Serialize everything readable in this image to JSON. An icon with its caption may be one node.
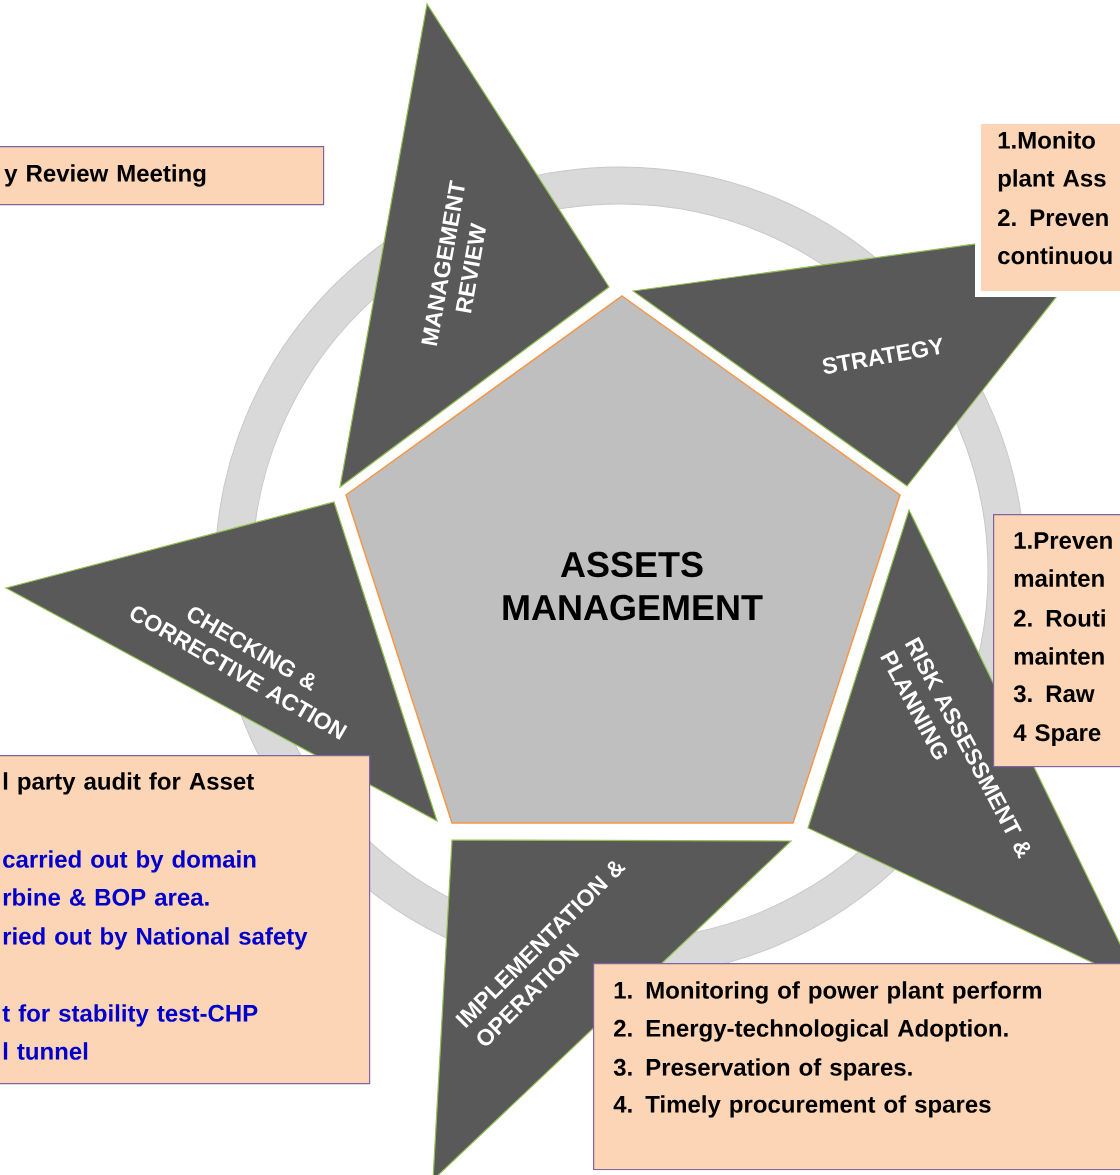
{
  "diagram": {
    "nodes": [
      {
        "text": [
          "ASSETS MANAGEMENT"
        ]
      },
      {
        "text": [
          "MANAGEMENT REVIEW"
        ]
      },
      {
        "text": [
          "STRATEGY"
        ]
      },
      {
        "text": [
          "RISK ASSESSMENT & PLANNING"
        ]
      },
      {
        "text": [
          "IMPLEMENTATION & OPERATION"
        ]
      },
      {
        "text": [
          "CHECKING & CORRECTIVE ACTION"
        ]
      },
      {
        "text": [
          "y Review Meeting"
        ]
      },
      {
        "text": [
          "1.Monito plant Ass",
          "2. Preven continuou"
        ]
      },
      {
        "text": [
          "1.Preven mainten",
          "2. Routi mainten",
          "3. Raw",
          "4 Spare"
        ]
      },
      {
        "text": [
          "1. Monitoring of power plant perform",
          "2. Energy-technological Adoption.",
          "3. Preservation of spares.",
          "4. Timely procurement of spares"
        ]
      },
      {
        "text": [
          "l party audit for Asset",
          "carried out by domain rbine & BOP area.",
          "ried out by National safety",
          "t for stability test-CHP l tunnel"
        ]
      }
    ]
  }
}
